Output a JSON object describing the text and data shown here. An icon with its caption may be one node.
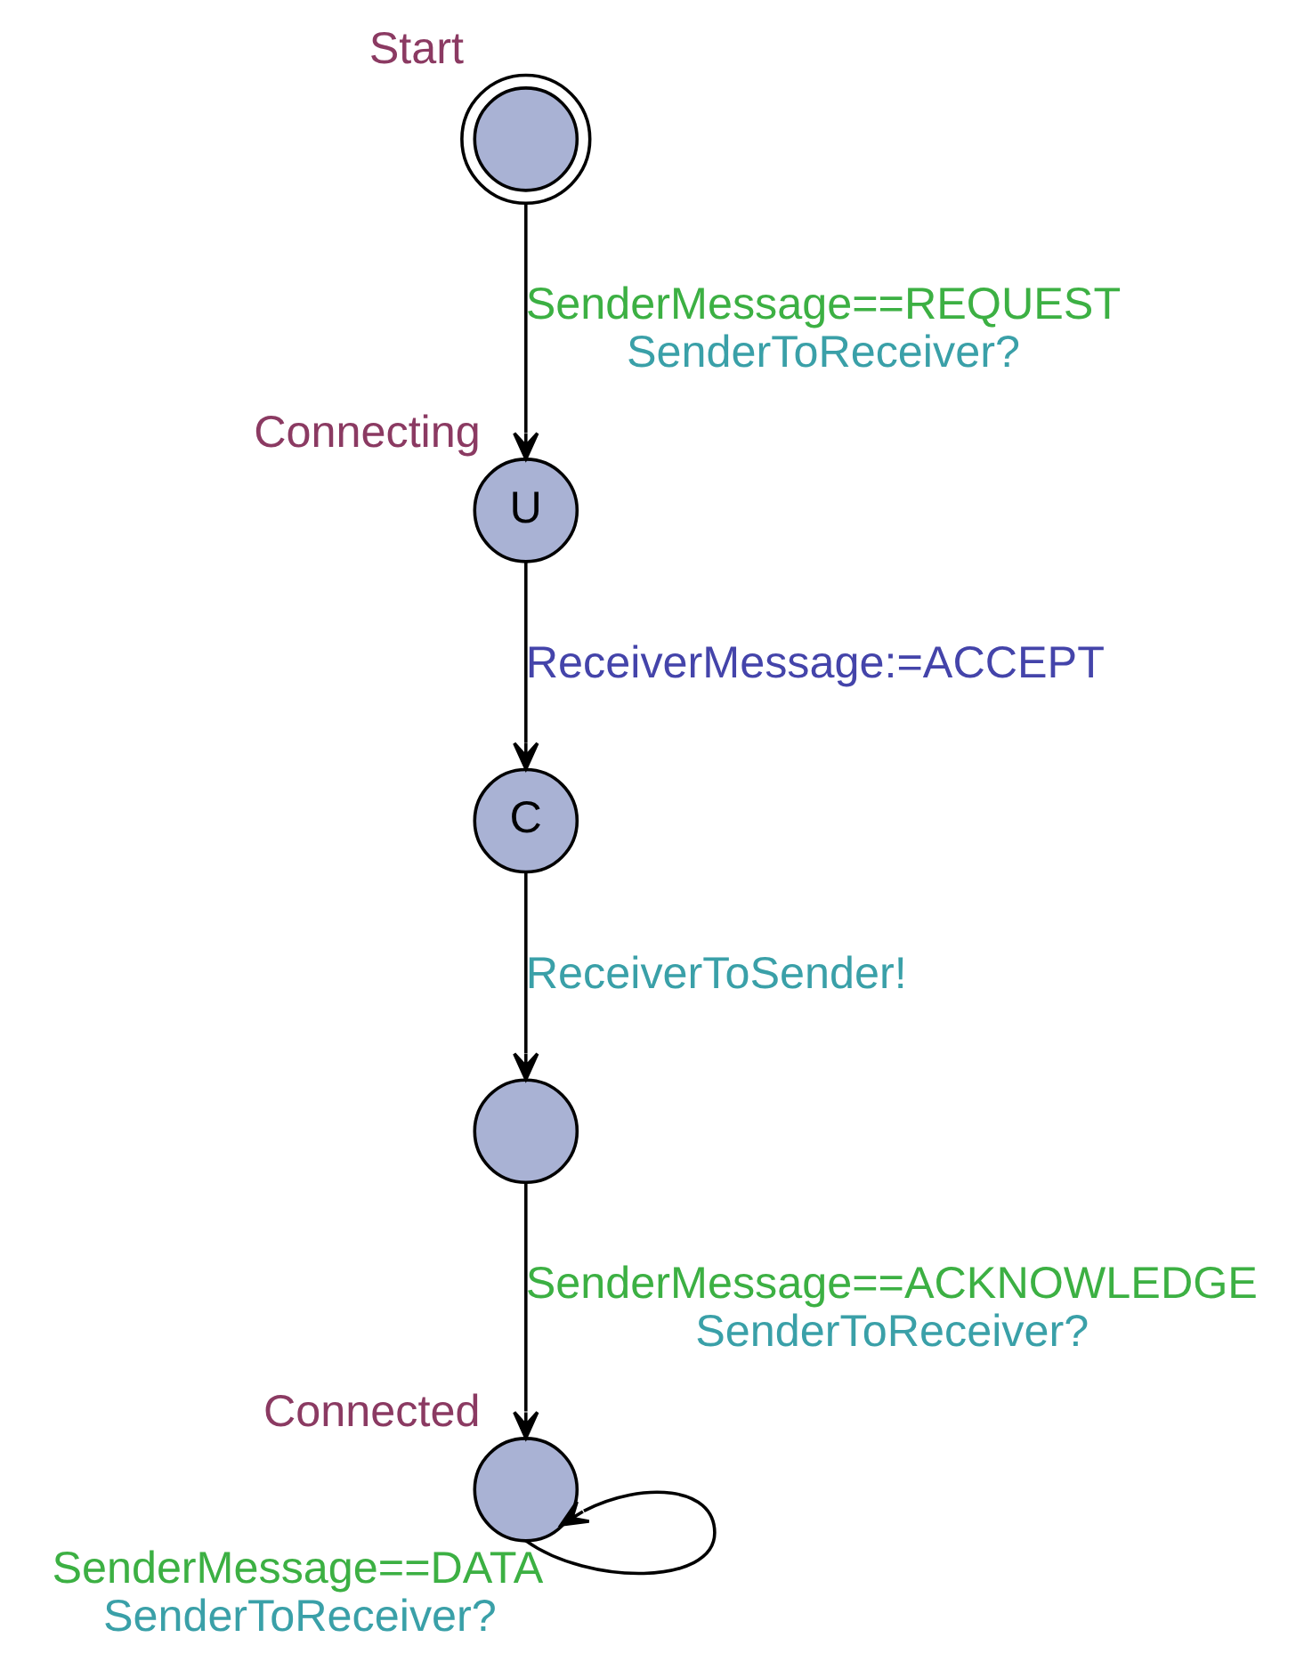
{
  "diagram": {
    "nodes": [
      {
        "text": [],
        "shape": "circle",
        "beside": [
          "Start"
        ]
      },
      {
        "text": [
          "U"
        ],
        "beside": [
          "Connecting"
        ]
      },
      {
        "text": [
          "C"
        ]
      },
      {
        "text": [],
        "shape": "circle"
      },
      {
        "text": [],
        "shape": "circle",
        "beside": [
          "Connected"
        ]
      }
    ],
    "edges": [
      {
        "from": 0,
        "to": 1,
        "arrow": "to",
        "label": "SenderMessage==REQUEST SenderToReceiver?"
      },
      {
        "from": 1,
        "to": 2,
        "arrow": "to",
        "label": "ReceiverMessage:=ACCEPT"
      },
      {
        "from": 2,
        "to": 3,
        "arrow": "to",
        "label": "ReceiverToSender!"
      },
      {
        "from": 3,
        "to": 4,
        "arrow": "to",
        "label": "SenderMessage==ACKNOWLEDGE SenderToReceiver?"
      },
      {
        "from": 4,
        "to": 4,
        "arrow": "to",
        "label": "SenderMessage==DATA SenderToReceiver?"
      }
    ]
  }
}
